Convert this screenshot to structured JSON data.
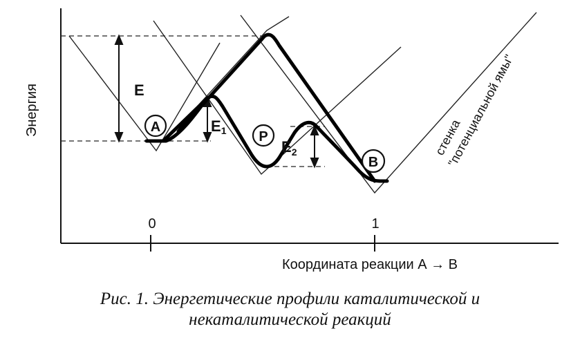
{
  "diagram": {
    "y_axis_label": "Энергия",
    "x_axis_label": "Координата реакции А → В",
    "x_ticks": [
      "0",
      "1"
    ],
    "energy_labels": {
      "total": "E",
      "first": "E",
      "first_sub": "1",
      "second": "E",
      "second_sub": "2"
    },
    "states": {
      "reactant": "A",
      "intermediate": "P",
      "product": "B"
    },
    "wall_label_line1": "стенка",
    "wall_label_line2": "\"потенциальной ямы\""
  },
  "caption": {
    "line1": "Рис. 1. Энергетические профили каталитической и",
    "line2": "некаталитической реакций"
  }
}
